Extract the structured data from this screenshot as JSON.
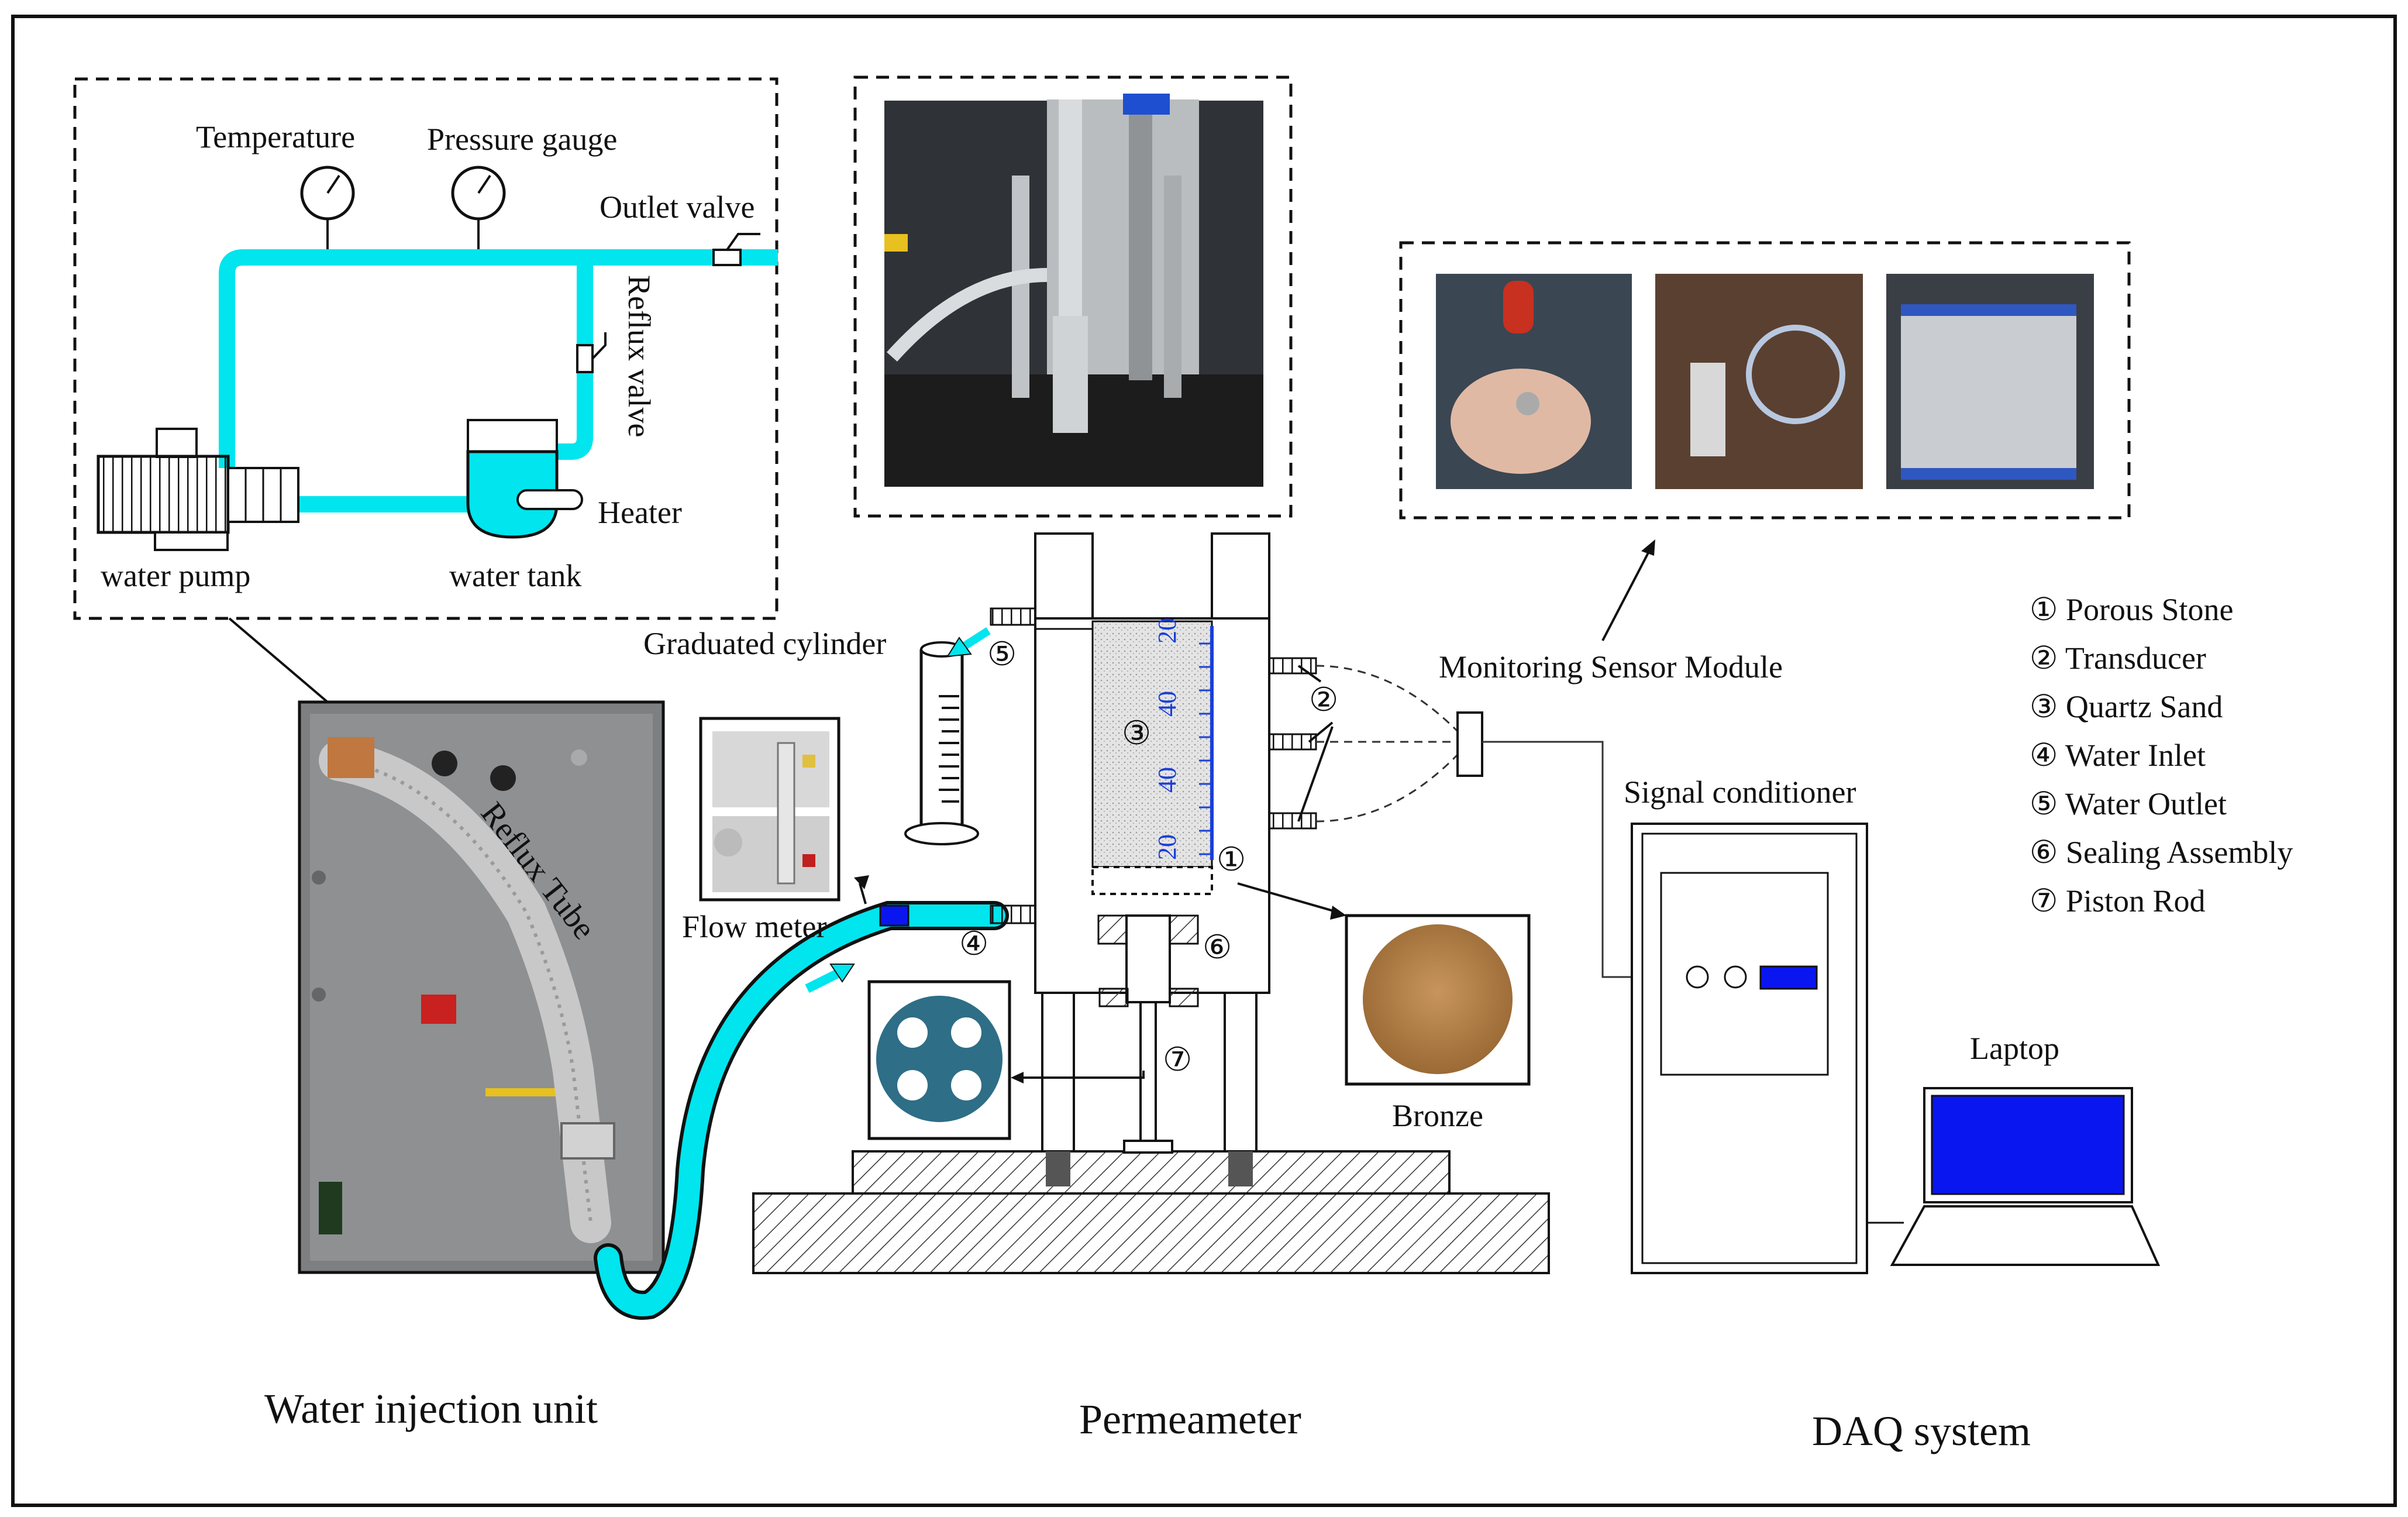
{
  "water_injection": {
    "temperature": "Temperature",
    "pressure_gauge": "Pressure gauge",
    "outlet_valve": "Outlet valve",
    "reflux_valve": "Reflux valve",
    "heater": "Heater",
    "water_pump": "water pump",
    "water_tank": "water tank",
    "reflux_tube": "Reflux Tube",
    "section_title": "Water injection unit"
  },
  "permeameter": {
    "graduated_cylinder": "Graduated cylinder",
    "flow_meter": "Flow meter",
    "bronze": "Bronze",
    "section_title": "Permeameter",
    "scale_ticks": [
      "20",
      "40",
      "40",
      "20"
    ],
    "markers": [
      "①",
      "②",
      "③",
      "④",
      "⑤",
      "⑥",
      "⑦"
    ]
  },
  "daq": {
    "monitoring_sensor_module": "Monitoring Sensor Module",
    "signal_conditioner": "Signal conditioner",
    "laptop": "Laptop",
    "section_title": "DAQ system"
  },
  "legend": [
    "① Porous Stone",
    "② Transducer",
    "③ Quartz Sand",
    "④ Water Inlet",
    "⑤ Water Outlet",
    "⑥ Sealing Assembly",
    "⑦ Piston Rod"
  ],
  "colors": {
    "water": "#00e5ee",
    "screen": "#0a16f0",
    "ink": "#111111"
  }
}
